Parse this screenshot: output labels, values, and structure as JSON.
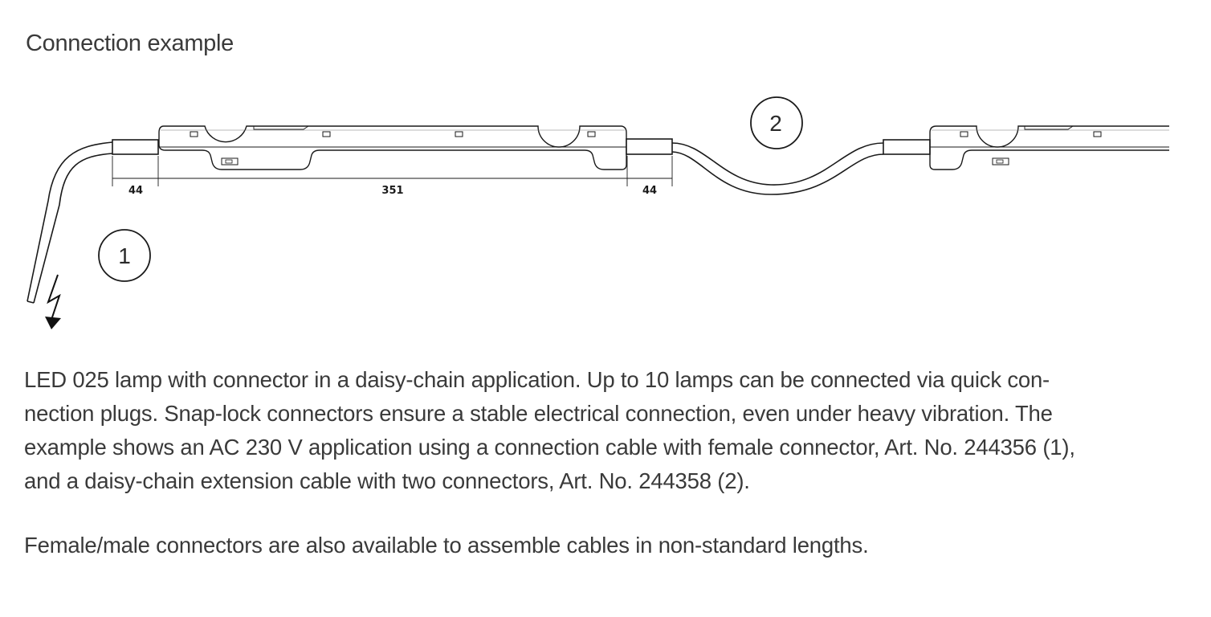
{
  "heading": "Connection example",
  "diagram": {
    "dimensions": {
      "left_connector": "44",
      "lamp_body": "351",
      "right_connector": "44"
    },
    "callouts": {
      "connection_cable": "1",
      "extension_cable": "2"
    },
    "icons": {
      "power": "lightning-arrow-icon"
    }
  },
  "description": "LED 025 lamp with connector in a daisy-chain application. Up to 10 lamps can be connected via quick con-\nnection plugs. Snap-lock connectors ensure a stable electrical connection, even under heavy vibration. The\nexample shows an AC 230 V application using a connection cable with female connector, Art. No. 244356 (1),\nand a daisy-chain extension cable with two connectors, Art. No. 244358 (2).",
  "note": "Female/male connectors are also available to assemble cables in non-standard lengths."
}
